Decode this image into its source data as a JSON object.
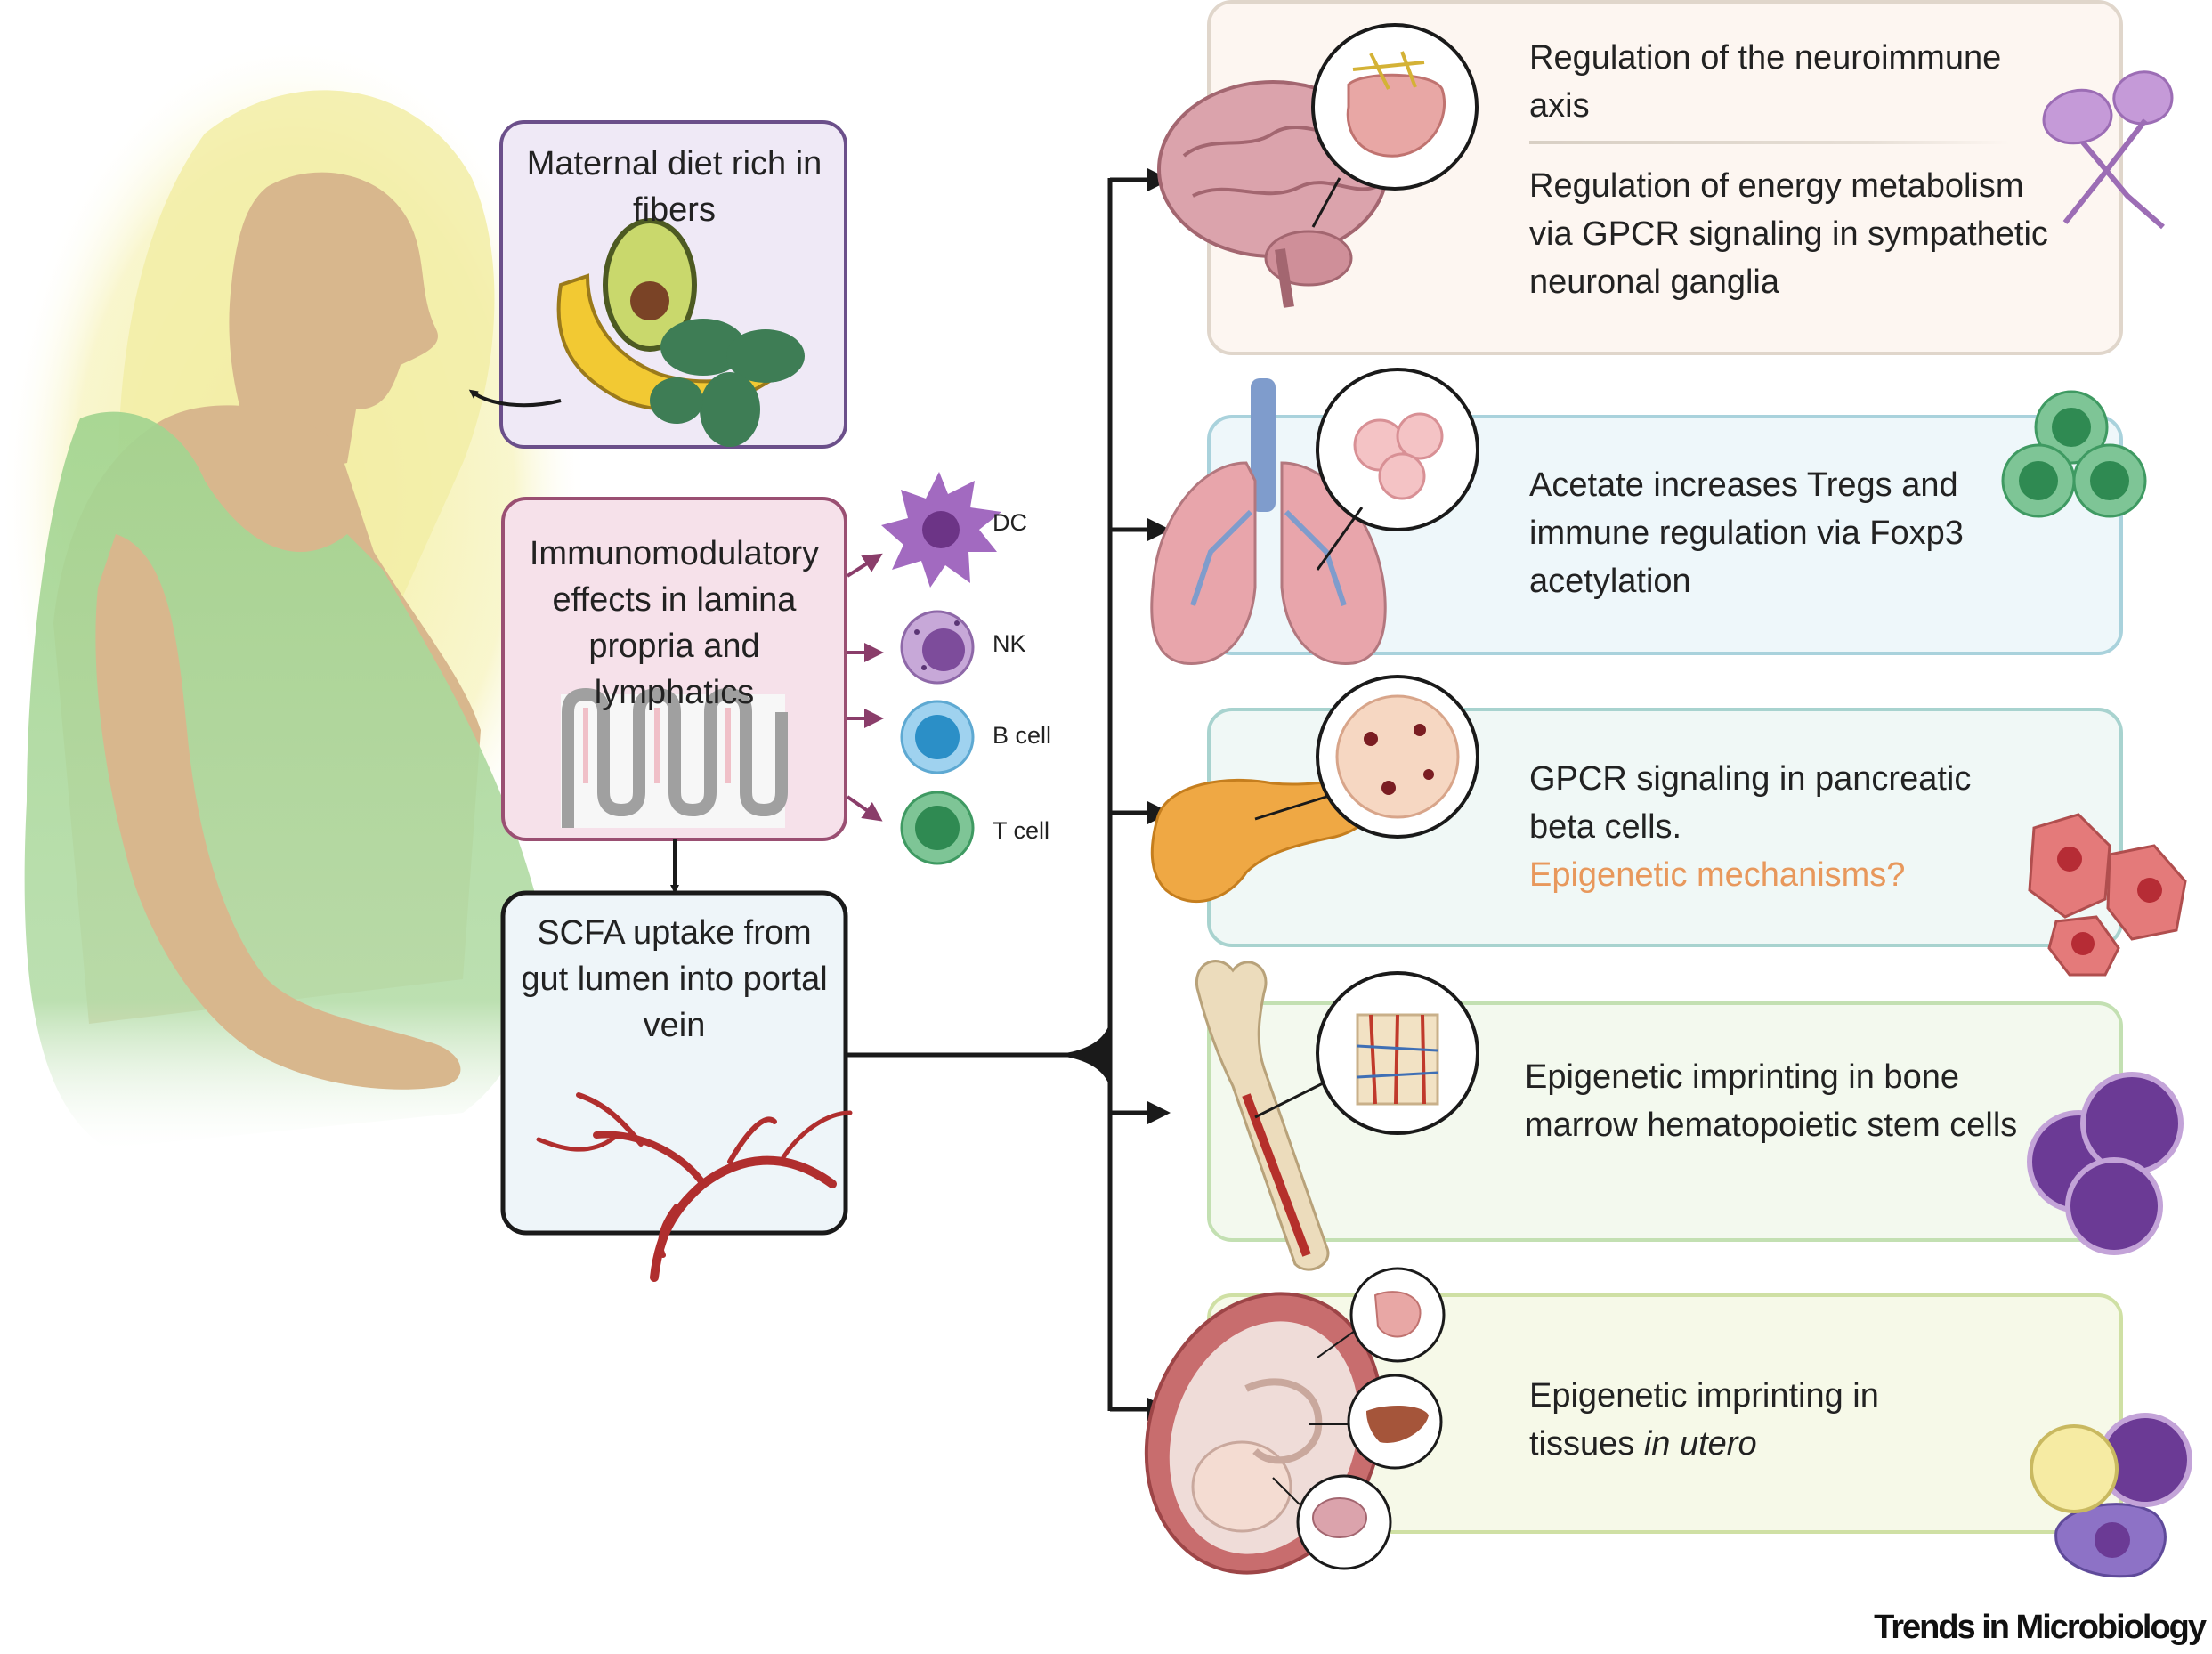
{
  "colors": {
    "hair": "#f4efaa",
    "skin": "#d9b98f",
    "dress": "#9ed08e",
    "diet_box_border": "#6b4f8a",
    "diet_box_fill": "#efe9f6",
    "immuno_box_border": "#9a4f72",
    "immuno_box_fill": "#f6e1ea",
    "scfa_box_border": "#1a1a1a",
    "scfa_box_fill": "#eef5f9",
    "brain_box_border": "#e0d6cb",
    "brain_box_fill": "#fdf6f1",
    "lung_box_border": "#a9d2dc",
    "lung_box_fill": "#eef7fa",
    "pancreas_box_border": "#a8d3cf",
    "pancreas_box_fill": "#f0f8f6",
    "bone_box_border": "#c3e0b2",
    "bone_box_fill": "#f3f9ee",
    "utero_box_border": "#cfe0a4",
    "utero_box_fill": "#f6f9e8",
    "accent_orange": "#e8985c",
    "arrow_purple": "#8a3d6a"
  },
  "left": {
    "diet_label": "Maternal diet rich in fibers",
    "immuno_label": "Immunomodulatory effects in lamina propria and lymphatics",
    "scfa_label": "SCFA uptake from gut lumen into portal vein"
  },
  "cells": {
    "dc": "DC",
    "nk": "NK",
    "bcell": "B cell",
    "tcell": "T cell"
  },
  "right": {
    "brain_line1": "Regulation of the neuroimmune axis",
    "brain_line2": "Regulation of energy metabolism via GPCR signaling in sympathetic neuronal ganglia",
    "lung": "Acetate increases Tregs  and immune regulation via Foxp3 acetylation",
    "pancreas_main": "GPCR signaling in pancreatic beta cells.",
    "pancreas_question": "Epigenetic mechanisms?",
    "bone": "Epigenetic imprinting in bone marrow hematopoietic stem cells",
    "utero_main": "Epigenetic imprinting in tissues",
    "utero_italic": "in utero"
  },
  "credit": "Trends in Microbiology"
}
